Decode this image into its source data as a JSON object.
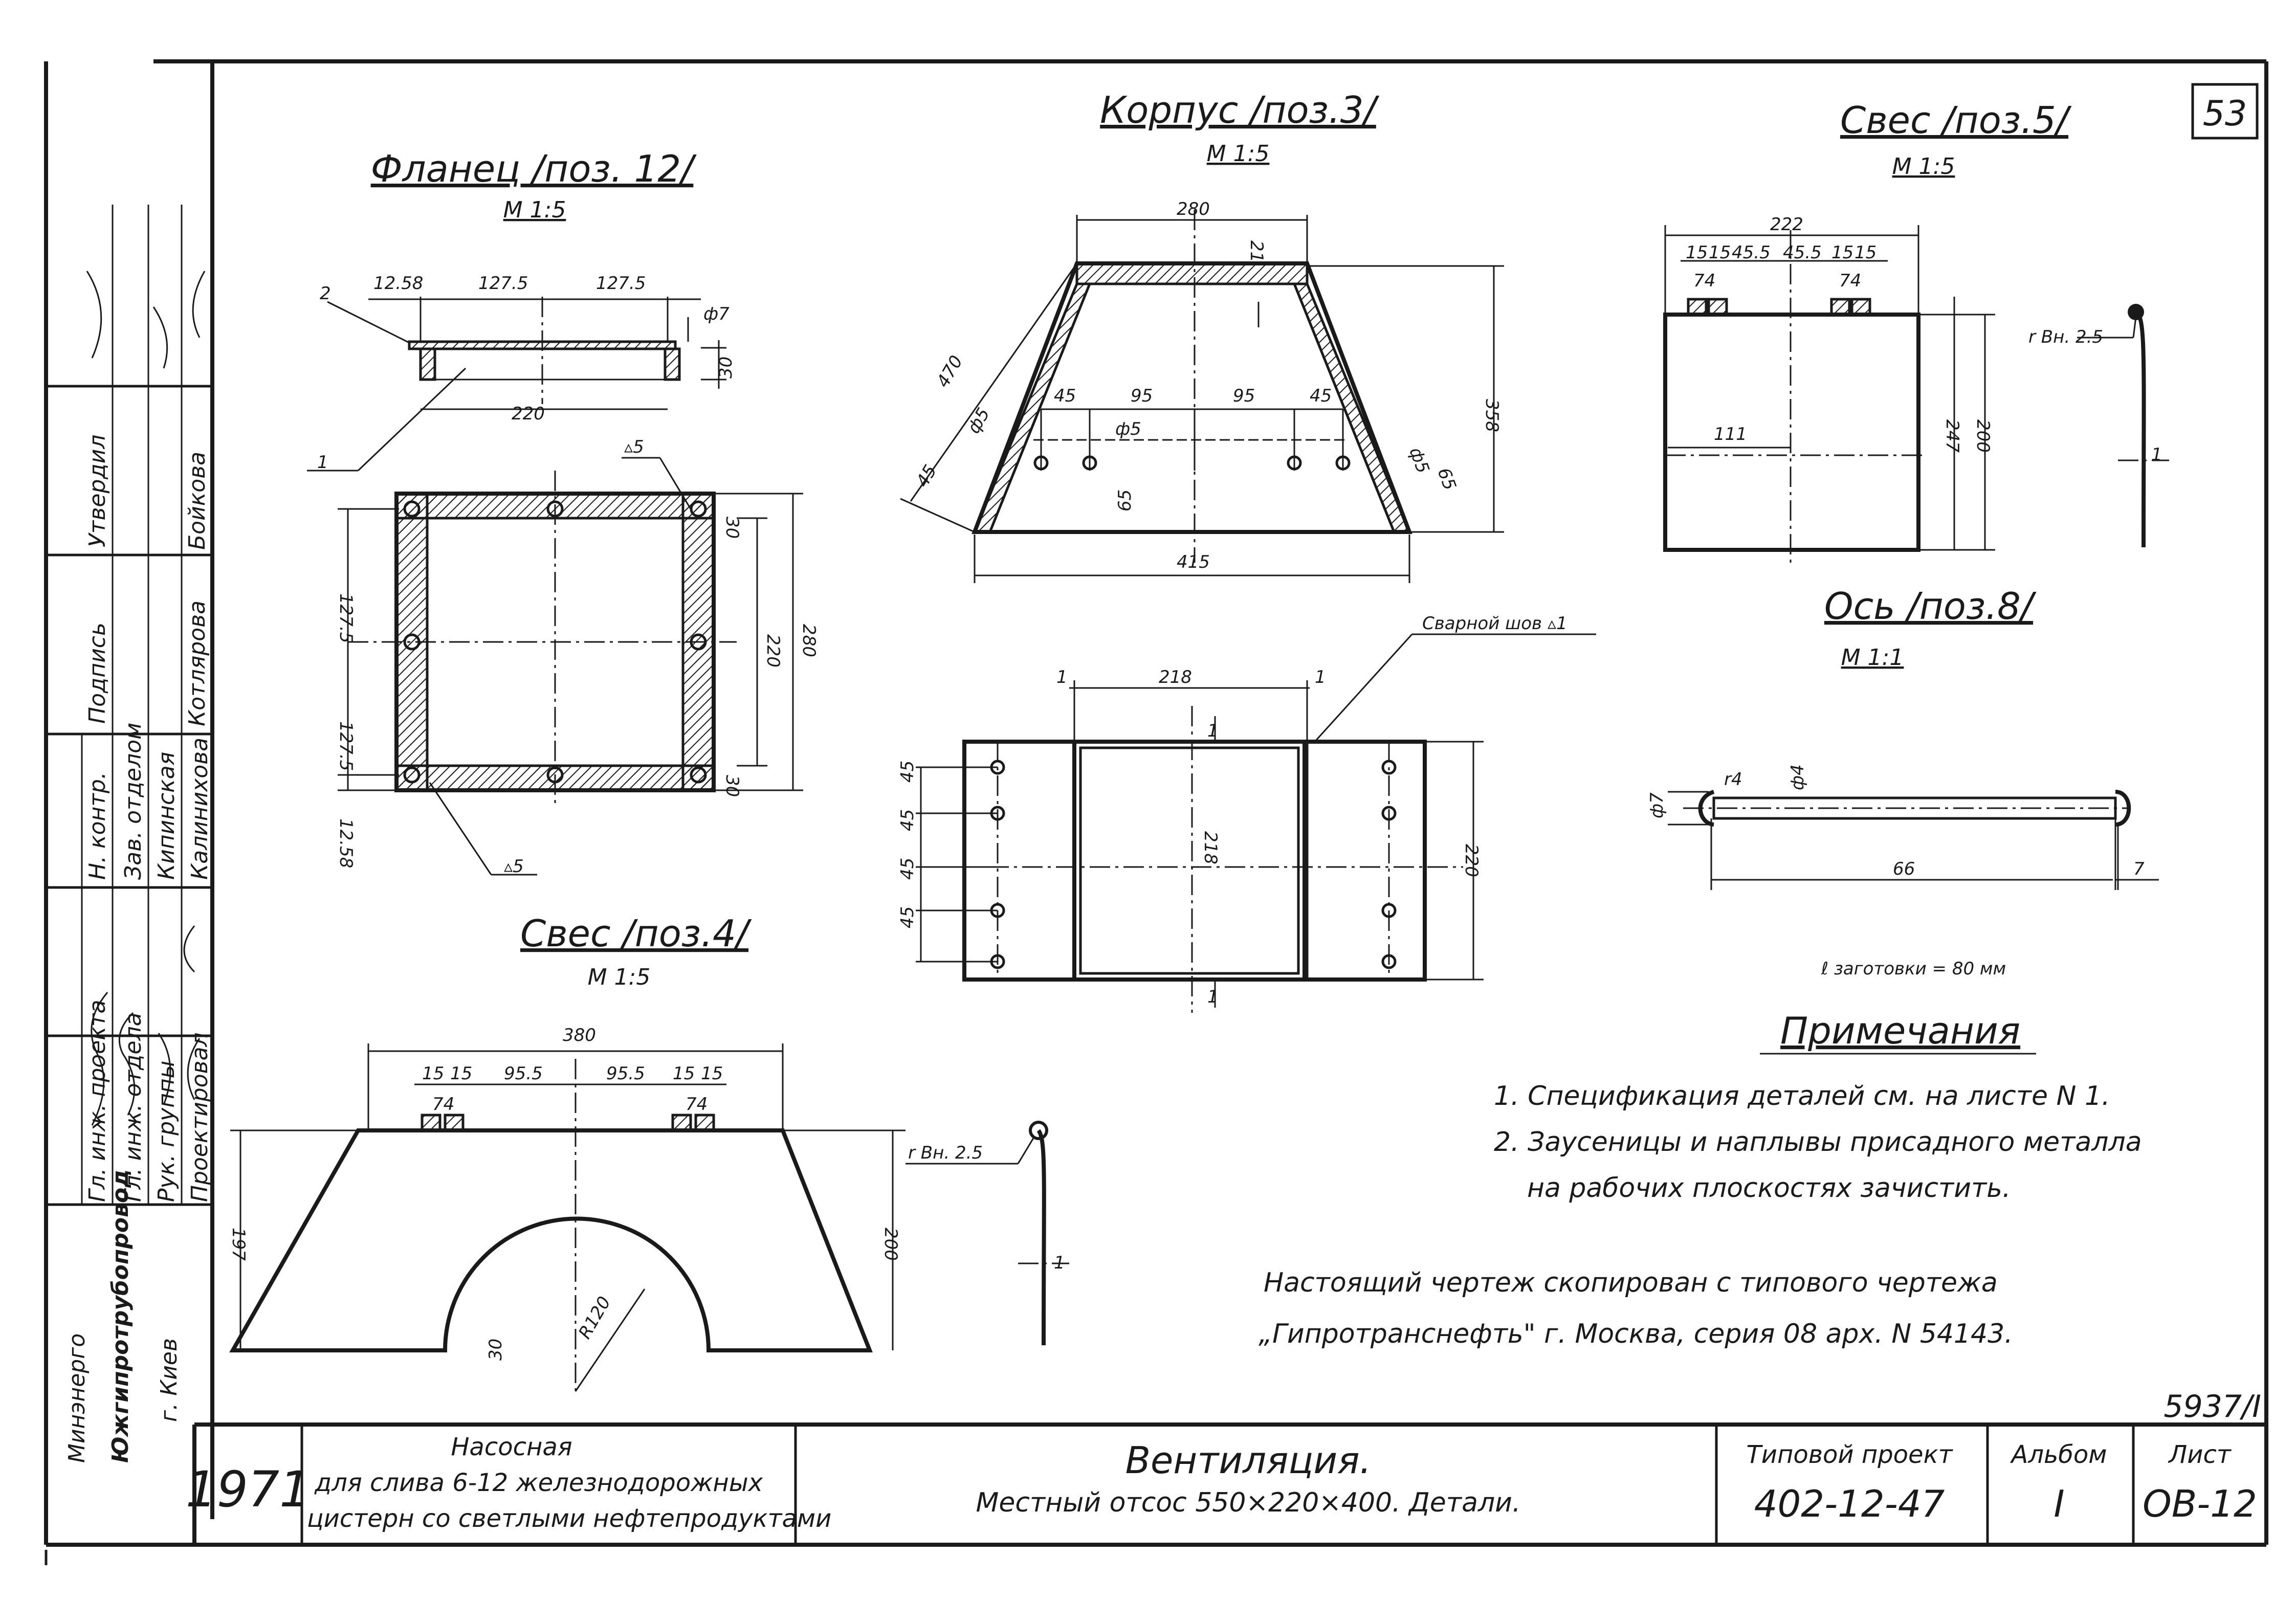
{
  "sheet_number": "53",
  "drawing_code": "5937/I",
  "views": {
    "flange": {
      "title": "Фланец /поз. 12/",
      "scale": "М 1:5",
      "dims": {
        "d1": "12.58",
        "d2": "127.5",
        "d3": "127.5",
        "d4": "ф7",
        "d5": "220",
        "d6": "30",
        "d7": "127.5",
        "d8": "127.5",
        "d9": "12.58",
        "d10": "30",
        "d11": "280",
        "d12": "220",
        "d13": "30",
        "weld_top": "▵5",
        "weld_bottom": "▵5",
        "pos1": "1",
        "pos2": "2"
      }
    },
    "body": {
      "title": "Корпус /поз.3/",
      "scale": "М 1:5",
      "dims": {
        "top": "280",
        "t1": "21",
        "slant": "470",
        "h": "358",
        "a1": "45",
        "a2": "95",
        "a3": "95",
        "a4": "45",
        "hole": "ф5",
        "hole_l": "ф5",
        "hole_r": "ф5",
        "s1": "45",
        "s2": "65",
        "s3": "65",
        "base": "415"
      }
    },
    "weld_note": "Сварной шов ▵1",
    "plan": {
      "dims": {
        "p1": "1",
        "p2": "218",
        "p3": "1",
        "p4": "1",
        "p5": "218",
        "p6": "220",
        "p7": "1",
        "v1": "45",
        "v2": "45",
        "v3": "45",
        "v4": "45"
      }
    },
    "overhang5": {
      "title": "Свес /поз.5/",
      "scale": "М 1:5",
      "dims": {
        "w": "222",
        "a": "15",
        "b": "15",
        "c": "45.5",
        "d": "45.5",
        "e": "15",
        "f": "15",
        "g": "74",
        "h": "74",
        "len": "111",
        "h1": "247",
        "h2": "200",
        "r": "r Вн. 2.5",
        "t": "1"
      }
    },
    "axle": {
      "title": "Ось /поз.8/",
      "scale": "М 1:1",
      "dims": {
        "d1": "ф7",
        "r": "r4",
        "d2": "ф4",
        "len": "66",
        "end": "7"
      },
      "blank_note": "ℓ заготовки = 80 мм"
    },
    "overhang4": {
      "title": "Свес /поз.4/",
      "scale": "М 1:5",
      "dims": {
        "w": "380",
        "a": "15",
        "b": "15",
        "c": "95.5",
        "d": "95.5",
        "e": "15",
        "f": "15",
        "g": "74",
        "h": "74",
        "h1": "197",
        "h2": "200",
        "r": "R120",
        "s": "30",
        "r_in": "r Вн. 2.5",
        "t": "1"
      }
    }
  },
  "notes": {
    "heading": "Примечания",
    "items": [
      "1. Спецификация деталей см. на листе N 1.",
      "2. Заусеницы и наплывы присадного металла",
      "на рабочих плоскостях зачистить."
    ],
    "copy_note_1": "Настоящий чертеж скопирован с типового чертежа",
    "copy_note_2": "„Гипротранснефть\" г. Москва, серия 08 арх. N 54143."
  },
  "title_block": {
    "year": "1971",
    "object_1": "Насосная",
    "object_2": "для слива 6-12 железнодорожных",
    "object_3": "цистерн со светлыми нефтепродуктами",
    "subject_1": "Вентиляция.",
    "subject_2": "Местный отсос 550×220×400. Детали.",
    "project_label": "Типовой проект",
    "project_value": "402-12-47",
    "album_label": "Альбом",
    "album_value": "I",
    "sheet_label": "Лист",
    "sheet_value": "ОВ-12"
  },
  "side_stamp": {
    "org_1": "Минэнерго",
    "org_2": "Южгипротрубопровод",
    "city": "г. Киев",
    "roles": [
      "Гл. инж. проекта",
      "Гл. инж. отдела",
      "Рук. группы",
      "Проектировал",
      "Н. контр.",
      "Зав. отделом",
      "Подпись",
      "Утвердил"
    ],
    "names": [
      "Кипинская",
      "Калинихова",
      "Котлярова",
      "Бойкова"
    ]
  }
}
